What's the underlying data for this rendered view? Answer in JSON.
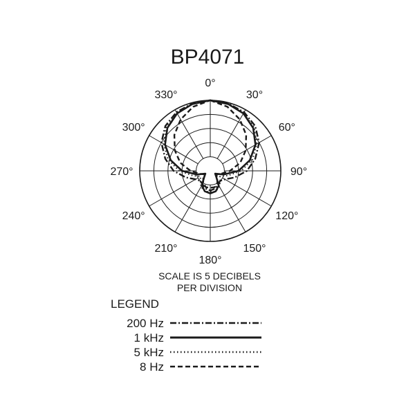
{
  "chart_data": {
    "type": "polar",
    "title": "BP4071",
    "scale_note_line1": "SCALE IS 5 DECIBELS",
    "scale_note_line2": "PER DIVISION",
    "legend_title": "LEGEND",
    "angle_labels": [
      "0°",
      "30°",
      "60°",
      "90°",
      "120°",
      "150°",
      "180°",
      "210°",
      "240°",
      "270°",
      "300°",
      "330°"
    ],
    "angles": [
      0,
      30,
      60,
      90,
      120,
      150,
      180,
      210,
      240,
      270,
      300,
      330
    ],
    "rings": 5,
    "db_per_division": 5,
    "color": "#1a1a1a",
    "series": [
      {
        "name": "200 Hz",
        "dash": "dashdot",
        "angles": [
          0,
          15,
          30,
          45,
          60,
          75,
          90,
          105,
          120,
          135,
          150,
          165,
          180,
          195,
          210,
          225,
          240,
          255,
          270,
          285,
          300,
          315,
          330,
          345
        ],
        "db": [
          0,
          -0.3,
          -1,
          -2.5,
          -5,
          -8.5,
          -12,
          -16,
          -19,
          -20,
          -19.5,
          -18.5,
          -18,
          -18.5,
          -19.5,
          -20,
          -19,
          -16,
          -12,
          -8.5,
          -5,
          -2.5,
          -1,
          -0.3
        ]
      },
      {
        "name": "1 kHz",
        "dash": "solid",
        "angles": [
          0,
          15,
          30,
          45,
          60,
          75,
          90,
          105,
          120,
          135,
          150,
          165,
          180,
          195,
          210,
          225,
          240,
          255,
          270,
          285,
          300,
          315,
          330,
          345
        ],
        "db": [
          0,
          -0.5,
          -1.5,
          -3.5,
          -6.5,
          -10.5,
          -15,
          -20,
          -23,
          -22,
          -19,
          -17.5,
          -17,
          -17.5,
          -19,
          -22,
          -23,
          -20,
          -15,
          -10.5,
          -6.5,
          -3.5,
          -1.5,
          -0.5
        ]
      },
      {
        "name": "5 kHz",
        "dash": "dotted",
        "angles": [
          0,
          15,
          30,
          45,
          60,
          75,
          90,
          105,
          120,
          135,
          150,
          165,
          180,
          195,
          210,
          225,
          240,
          255,
          270,
          285,
          300,
          315,
          330,
          345
        ],
        "db": [
          0,
          -0.5,
          -1.5,
          -3,
          -6,
          -9.5,
          -14,
          -18.5,
          -21,
          -20,
          -18.5,
          -17.5,
          -17.5,
          -17.5,
          -18.5,
          -20,
          -21,
          -18.5,
          -14,
          -9.5,
          -6,
          -3,
          -1.5,
          -0.5
        ]
      },
      {
        "name": "8 Hz",
        "dash": "dashed",
        "angles": [
          0,
          15,
          30,
          45,
          60,
          75,
          90,
          105,
          120,
          135,
          150,
          165,
          180,
          195,
          210,
          225,
          240,
          255,
          270,
          285,
          300,
          315,
          330,
          345
        ],
        "db": [
          0,
          -1.5,
          -4,
          -7,
          -10.5,
          -14,
          -18,
          -21,
          -22.5,
          -21.5,
          -20,
          -19,
          -19,
          -19,
          -20,
          -21.5,
          -22.5,
          -21,
          -18,
          -14,
          -10.5,
          -7,
          -4,
          -1.5
        ]
      }
    ]
  }
}
